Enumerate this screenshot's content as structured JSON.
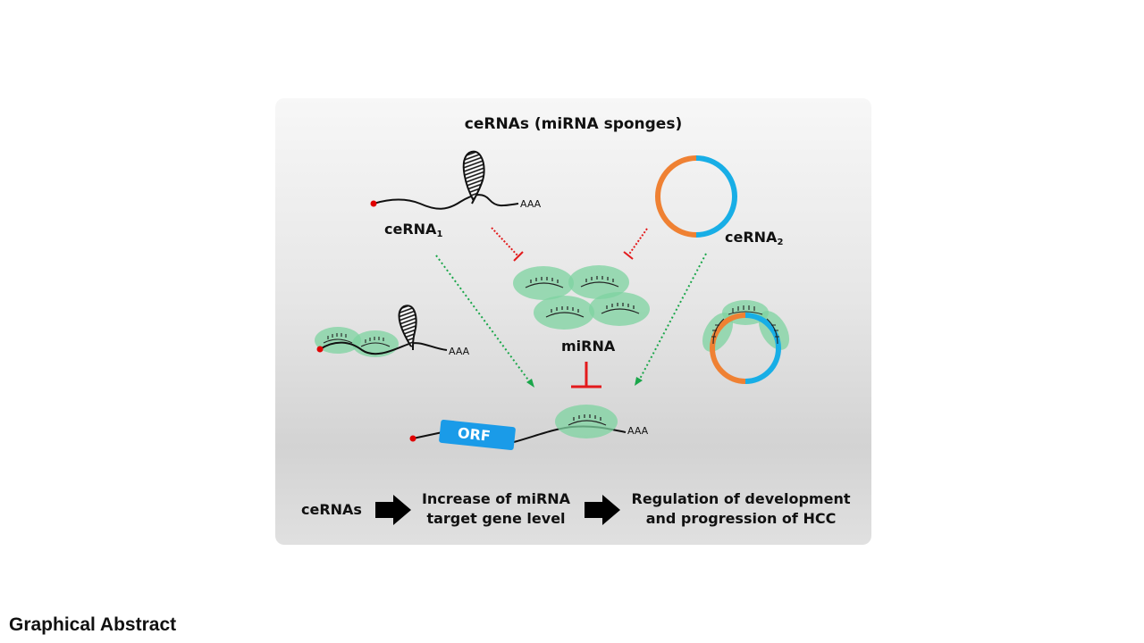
{
  "title": "ceRNAs (miRNA sponges)",
  "labels": {
    "cerna1_base": "ceRNA",
    "cerna1_sub": "1",
    "cerna2_base": "ceRNA",
    "cerna2_sub": "2",
    "mirna": "miRNA",
    "orf": "ORF",
    "polyA": "AAA"
  },
  "flow": {
    "step1": "ceRNAs",
    "step2_line1": "Increase of miRNA",
    "step2_line2": "target gene level",
    "step3_line1": "Regulation of development",
    "step3_line2": "and progression of HCC"
  },
  "footer": "Graphical Abstract",
  "colors": {
    "mirna_fill": "#7dd3a0",
    "inhibit_red": "#e31a1c",
    "activate_green": "#1aa64a",
    "circ_orange": "#ef8133",
    "circ_blue": "#18aee6",
    "orf_blue": "#1a9be8",
    "cap_red": "#e00000"
  }
}
